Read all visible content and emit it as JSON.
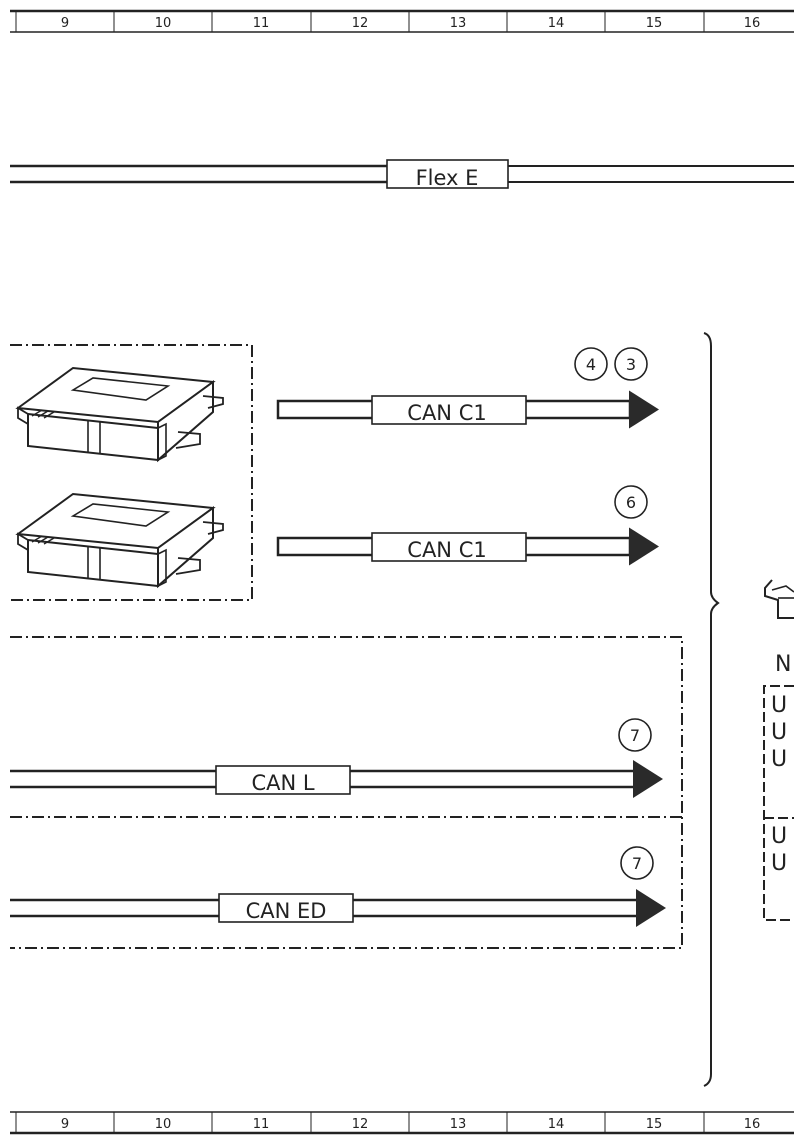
{
  "ruler": {
    "columns": [
      "9",
      "10",
      "11",
      "12",
      "13",
      "14",
      "15",
      "16"
    ]
  },
  "buses": {
    "flex_e": "Flex E",
    "can_c1_top": "CAN C1",
    "can_c1_bottom": "CAN C1",
    "can_l": "CAN L",
    "can_ed": "CAN ED"
  },
  "markers": {
    "m_4": "4",
    "m_3": "3",
    "m_6": "6",
    "m_7_l": "7",
    "m_7_ed": "7"
  },
  "right_edge": {
    "n": "N",
    "u1": "U",
    "u2": "U",
    "u3": "U",
    "u4": "U",
    "u5": "U"
  }
}
